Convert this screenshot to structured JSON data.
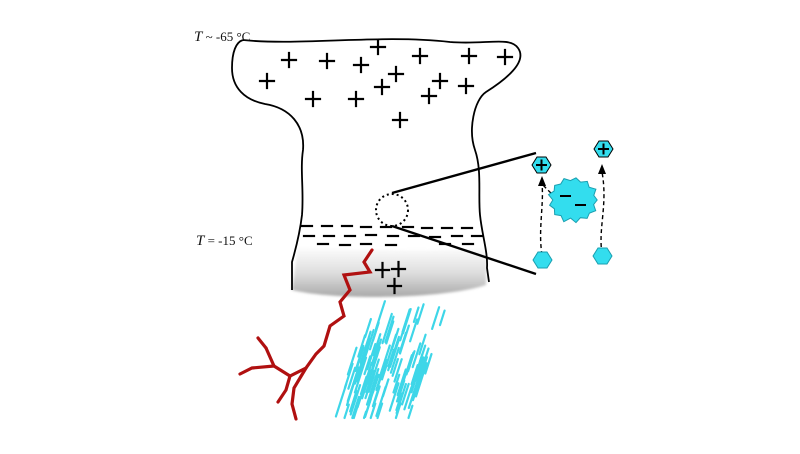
{
  "labels": {
    "top_temperature": {
      "symbol": "T",
      "text": " ~ -65 °C"
    },
    "mid_temperature": {
      "symbol": "T",
      "text": " = -15 °C"
    }
  },
  "charges": {
    "positive_symbol": "+",
    "negative_symbol": "−"
  },
  "colors": {
    "outline": "#000000",
    "lightning": "#b01010",
    "particle": "#33ddee",
    "precipitation": "#2ad2e6",
    "base_shading": "#c8c8c8"
  }
}
